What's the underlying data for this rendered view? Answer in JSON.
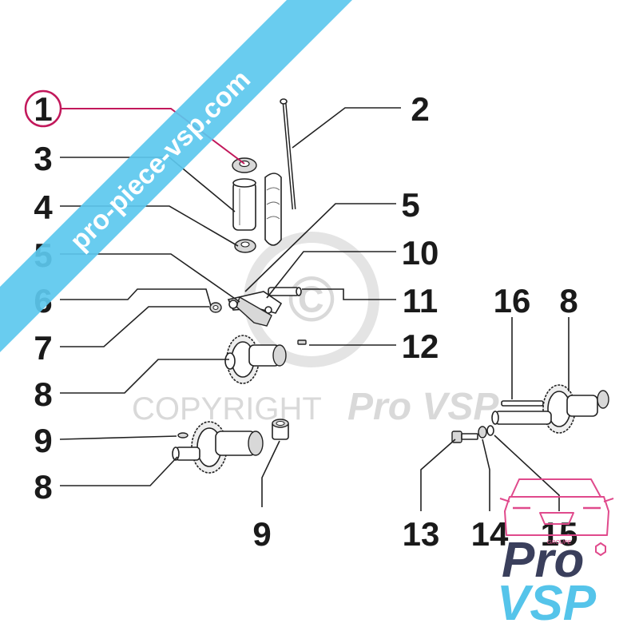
{
  "callouts": [
    "1",
    "2",
    "3",
    "4",
    "5",
    "5",
    "10",
    "6",
    "11",
    "7",
    "12",
    "8",
    "16",
    "8",
    "9",
    "8",
    "9",
    "13",
    "14",
    "15"
  ],
  "watermark": {
    "banner": "pro-piece-vsp.com",
    "copyright": "COPYRIGHT",
    "brand": "Pro VSP"
  },
  "logo": {
    "pro": "Pro",
    "vsp": "VSP",
    "small": "GROUPE"
  },
  "colors": {
    "highlight": "#d4145a",
    "banner": "#5cc8ee",
    "logo_dark": "#3a3f5c",
    "logo_light": "#55c4ea"
  }
}
